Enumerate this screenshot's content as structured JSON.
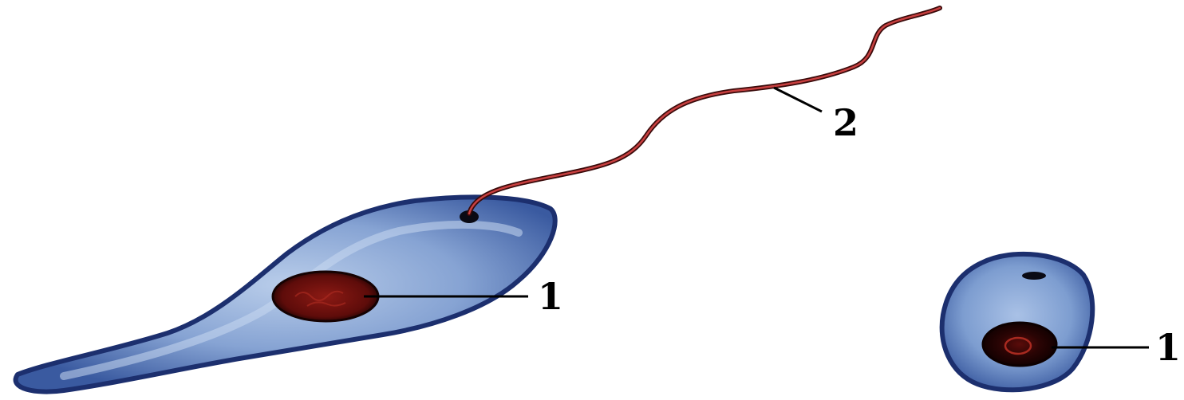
{
  "labels": {
    "nucleus_promastigote": "1",
    "flagellum": "2",
    "nucleus_amastigote": "1"
  },
  "colors": {
    "background": "#ffffff",
    "cell_body": "#3f63a8",
    "cell_body_light": "#9fb8df",
    "cell_edge": "#1c2f6e",
    "nucleus": "#7a1010",
    "nucleus_dark": "#2a0505",
    "flagellum": "#c03838",
    "flagellum_dark": "#3a0a0a",
    "leader_line": "#000000"
  }
}
